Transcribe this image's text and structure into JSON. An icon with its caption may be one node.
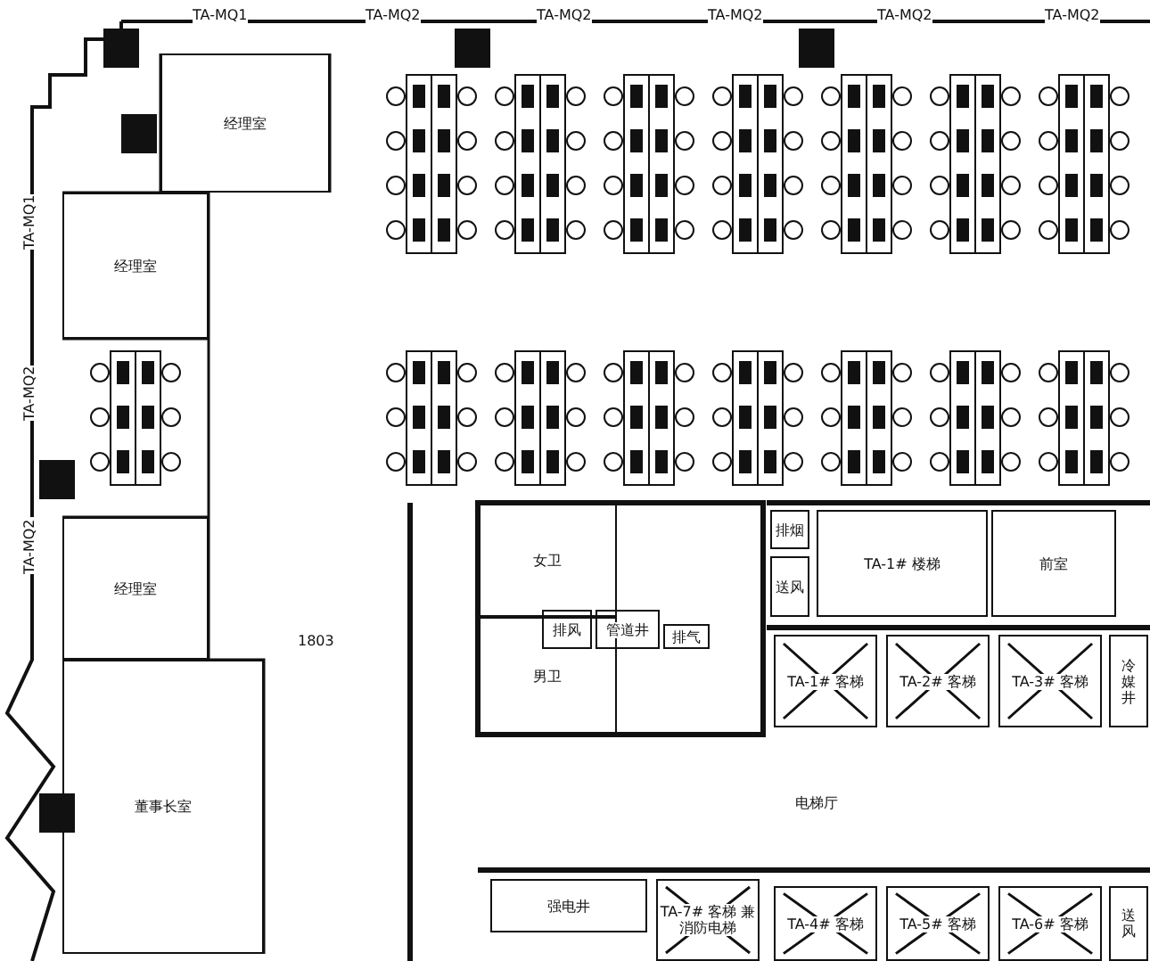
{
  "diagram": {
    "nodes": [
      {
        "text": [
          "经理室"
        ]
      },
      {
        "text": [
          "经理室"
        ]
      },
      {
        "text": [
          "经理室"
        ]
      },
      {
        "text": [
          "董事长室"
        ]
      },
      {
        "text": [
          "女卫"
        ]
      },
      {
        "text": [
          "男卫"
        ]
      },
      {
        "text": [
          "排风"
        ]
      },
      {
        "text": [
          "管道井"
        ]
      },
      {
        "text": [
          "排气"
        ]
      },
      {
        "text": [
          "排烟"
        ]
      },
      {
        "text": [
          "送风"
        ]
      },
      {
        "text": [
          "TA-1# 楼梯"
        ]
      },
      {
        "text": [
          "前室"
        ]
      },
      {
        "text": [
          "TA-1# 客梯"
        ]
      },
      {
        "text": [
          "TA-2# 客梯"
        ]
      },
      {
        "text": [
          "TA-3# 客梯"
        ]
      },
      {
        "text": [
          "冷媒井"
        ]
      },
      {
        "text": [
          "强电井"
        ]
      },
      {
        "text": [
          "TA-7# 客梯 兼消防电梯"
        ]
      },
      {
        "text": [
          "TA-4# 客梯"
        ]
      },
      {
        "text": [
          "TA-5# 客梯"
        ]
      },
      {
        "text": [
          "TA-6# 客梯"
        ]
      },
      {
        "text": [
          "送风"
        ]
      }
    ],
    "edges": [],
    "labels": [
      "TA-MQ1",
      "TA-MQ2",
      "TA-MQ2",
      "TA-MQ2",
      "TA-MQ2",
      "TA-MQ2",
      "TA-MQ1",
      "TA-MQ2",
      "TA-MQ2",
      "1803",
      "电梯厅"
    ]
  }
}
